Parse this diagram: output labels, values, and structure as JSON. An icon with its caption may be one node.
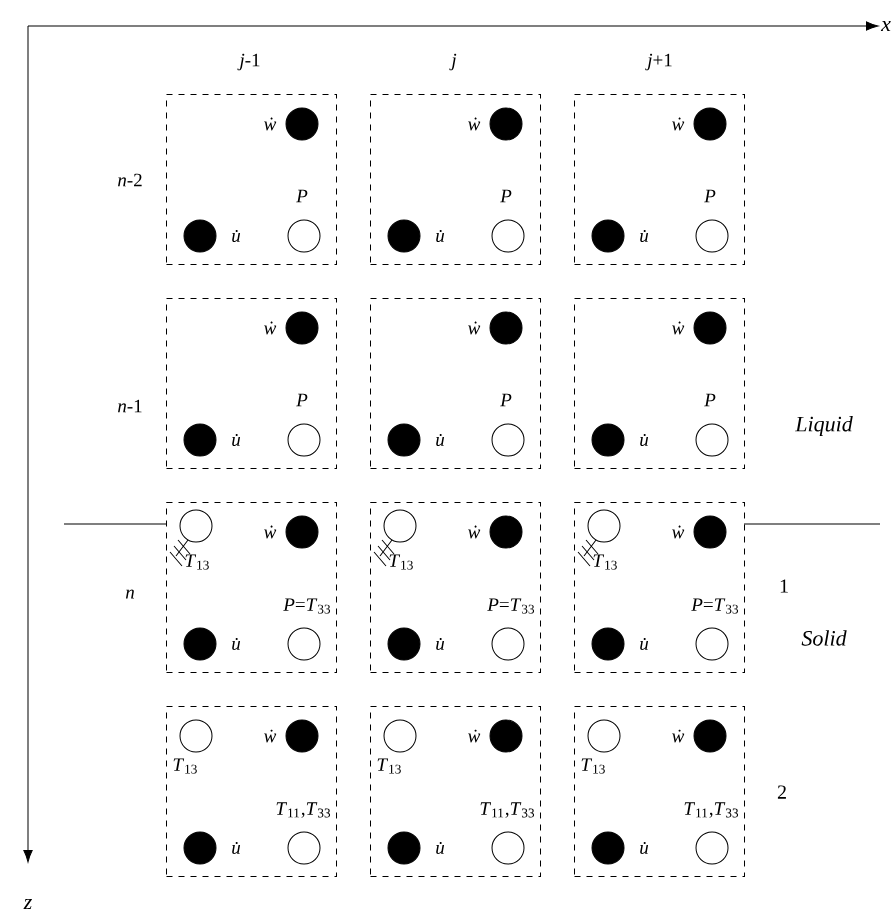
{
  "diagram": {
    "nodes": [
      {
        "text": [
          "ẇ",
          "P",
          "u̇"
        ]
      },
      {
        "text": [
          "ẇ",
          "P",
          "u̇"
        ]
      },
      {
        "text": [
          "ẇ",
          "P",
          "u̇"
        ]
      },
      {
        "text": [
          "ẇ",
          "P",
          "u̇"
        ]
      },
      {
        "text": [
          "ẇ",
          "P",
          "u̇"
        ]
      },
      {
        "text": [
          "ẇ",
          "P",
          "u̇"
        ]
      },
      {
        "text": [
          "ẇ",
          "*T*$_{13}$",
          "*P*=*T*$_{33}$",
          "u̇"
        ]
      },
      {
        "text": [
          "ẇ",
          "*T*$_{13}$",
          "*P*=*T*$_{33}$",
          "u̇"
        ]
      },
      {
        "text": [
          "ẇ",
          "*T*$_{13}$",
          "*P*=*T*$_{33}$",
          "u̇"
        ]
      },
      {
        "text": [
          "ẇ",
          "*T*$_{13}$",
          "*T*$_{11}$,*T*$_{33}$",
          "u̇"
        ]
      },
      {
        "text": [
          "ẇ",
          "*T*$_{13}$",
          "*T*$_{11}$,*T*$_{33}$",
          "u̇"
        ]
      },
      {
        "text": [
          "ẇ",
          "*T*$_{13}$",
          "*T*$_{11}$,*T*$_{33}$",
          "u̇"
        ]
      }
    ],
    "labels": [
      "x",
      "*j*-1",
      "*j*",
      "*j*+1",
      "*n*-2",
      "*n*-1",
      "Liquid",
      "*n*",
      "1",
      "Solid",
      "2",
      "z"
    ]
  }
}
